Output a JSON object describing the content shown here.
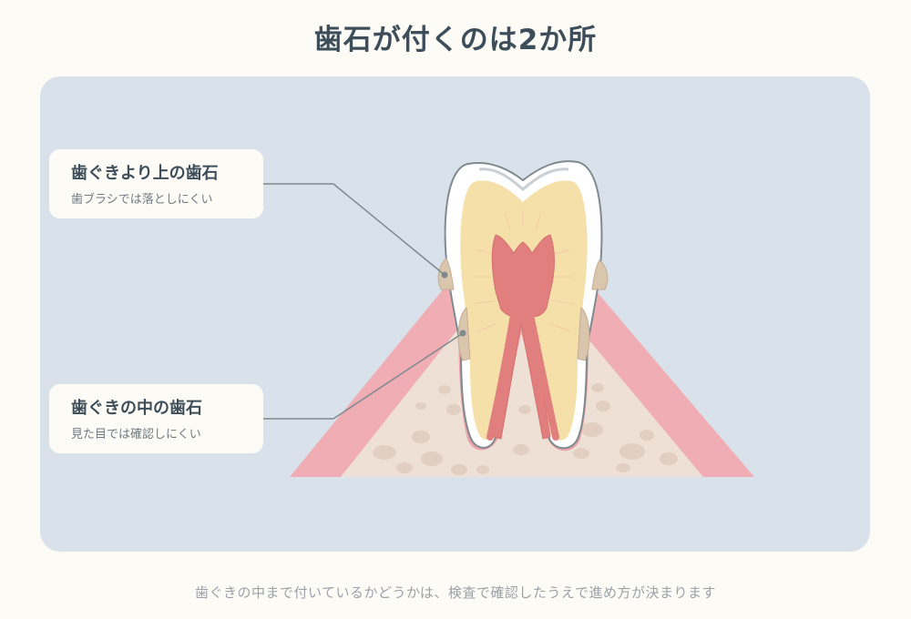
{
  "title": "歯石が付くのは2か所",
  "labels": {
    "upper": {
      "title": "歯ぐきより上の歯石",
      "subtitle": "歯ブラシでは落としにくい"
    },
    "lower": {
      "title": "歯ぐきの中の歯石",
      "subtitle": "見た目では確認しにくい"
    }
  },
  "footnote": "歯ぐきの中まで付いているかどうかは、検査で確認したうえで進め方が決まります",
  "colors": {
    "background": "#fdfbf6",
    "panel": "#d9e2ea",
    "gum": "#f0aeb4",
    "bone": "#efe0d6",
    "dentin": "#f6e0aa",
    "enamel": "#ffffff",
    "pulp": "#e07f7e",
    "tartar": "#d9c6ad",
    "title_text": "#3d4e5a"
  }
}
